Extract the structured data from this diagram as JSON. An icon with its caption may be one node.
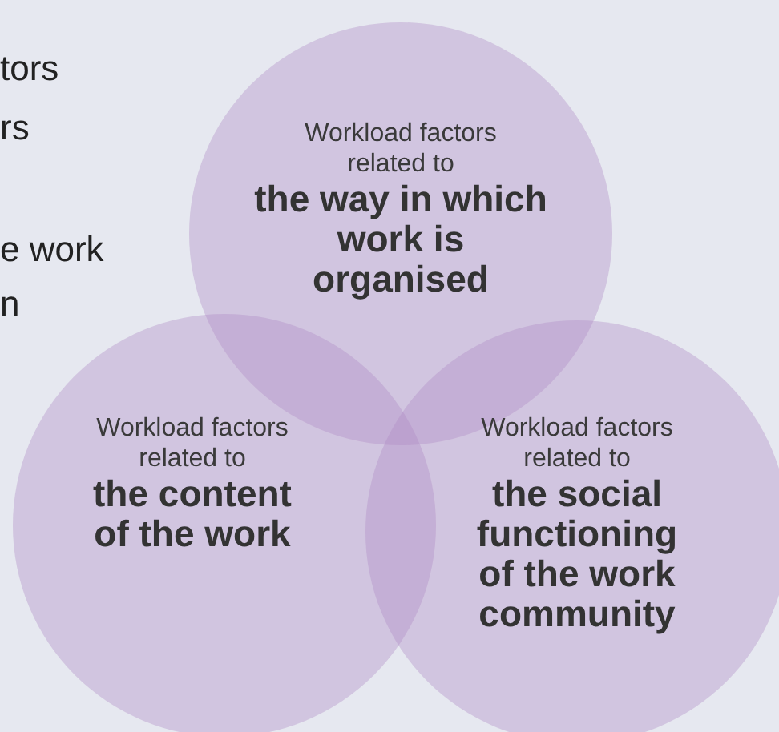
{
  "diagram": {
    "nodes": [
      {
        "text": [
          "Workload factors related to",
          "the way in which work is organised"
        ]
      },
      {
        "text": [
          "Workload factors related to",
          "the content of the work"
        ]
      },
      {
        "text": [
          "Workload factors related to",
          "the social functioning of the work community"
        ]
      }
    ],
    "labels": [
      "tors",
      "rs",
      "e work",
      "n"
    ]
  }
}
